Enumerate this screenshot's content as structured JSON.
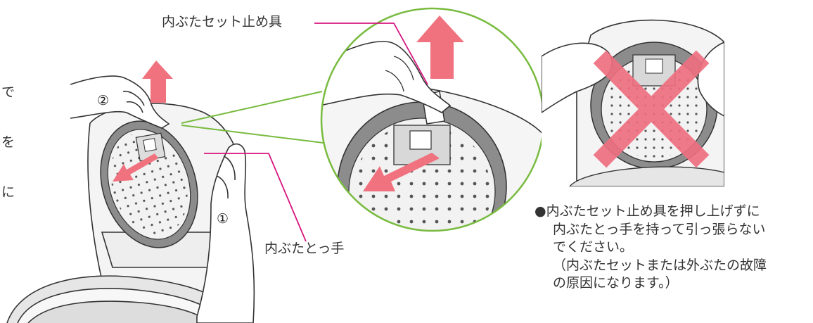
{
  "labels": {
    "lid_stopper": "内ぶたセット止め具",
    "lid_handle": "内ぶたとっ手",
    "step1": "①",
    "step2": "②"
  },
  "left_text_fragments": [
    "で",
    "を",
    "に"
  ],
  "caution_note": {
    "line1": "●内ぶたセット止め具を押し上げずに",
    "line2": "内ぶたとっ手を持って引っ張らない",
    "line3": "でください。",
    "line4": "（内ぶたセットまたは外ぶたの故障",
    "line5": "の原因になります。）"
  },
  "colors": {
    "arrow_pink": "#f0727f",
    "leader_magenta": "#d6157e",
    "zoom_circle_green": "#78bb3f",
    "x_mark_pink": "#ee6f80",
    "line_art": "#333333",
    "gasket_gray": "#8c8c8c"
  },
  "icons": [
    "up-arrow-icon",
    "diagonal-arrow-icon",
    "prohibited-x-icon"
  ]
}
